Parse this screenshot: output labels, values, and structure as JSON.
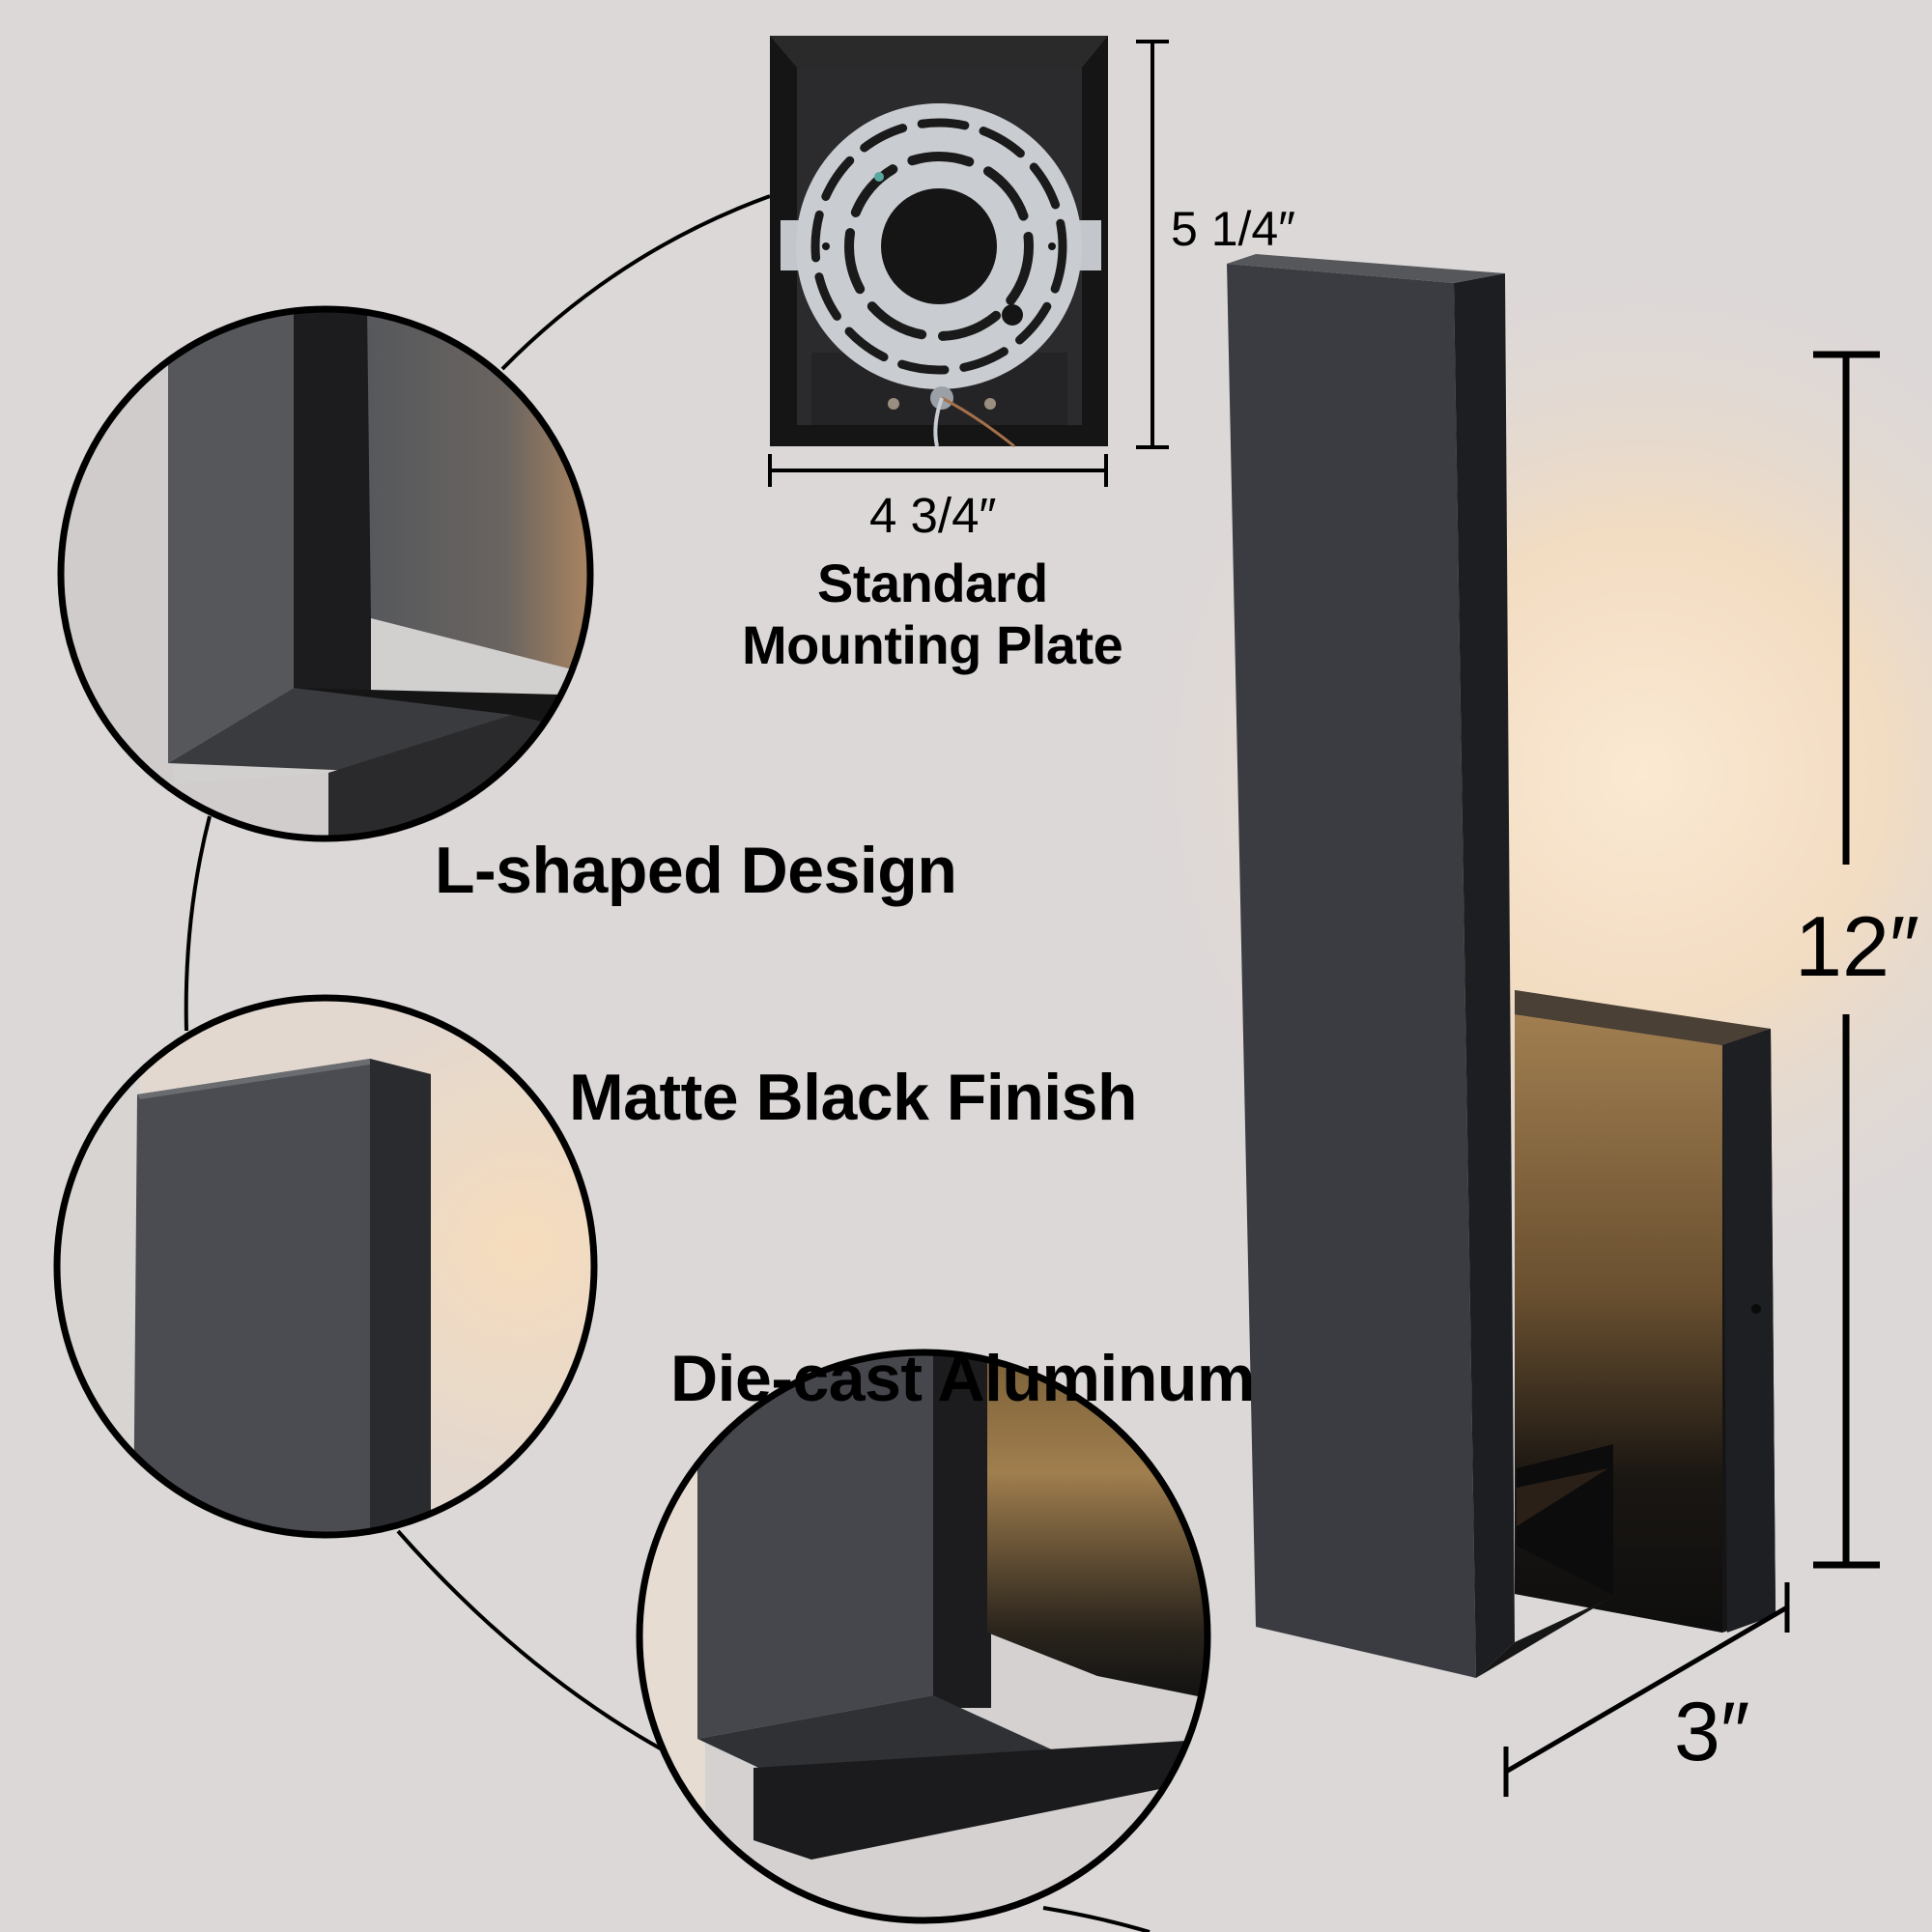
{
  "colors": {
    "wall": "#dcd8d8",
    "glow": "#f3dcc0",
    "lamp_front": "#3a3c40",
    "lamp_side": "#1e1f22",
    "lamp_dark": "#141414",
    "plate_warm": "#8a6a40",
    "ink": "#000000",
    "metal": "#c9ccd0"
  },
  "mounting_plate": {
    "width_label": "4 3/4″",
    "height_label": "5 1/4″",
    "title_line1": "Standard",
    "title_line2": "Mounting Plate"
  },
  "features": [
    {
      "label": "L-shaped Design"
    },
    {
      "label": "Matte Black Finish"
    },
    {
      "label": "Die-cast Aluminum"
    }
  ],
  "product_dimensions": {
    "height_label": "12″",
    "depth_label": "3″"
  }
}
